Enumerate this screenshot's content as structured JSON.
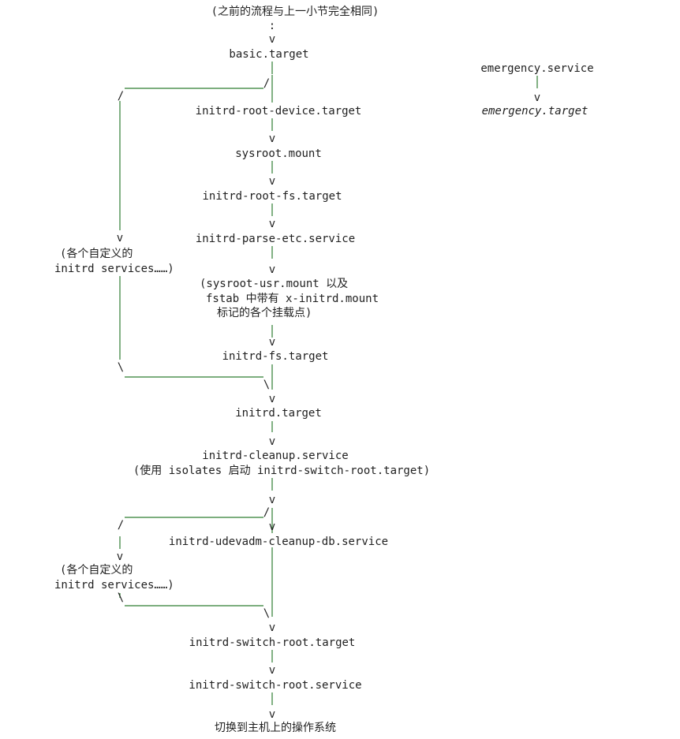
{
  "diagram": {
    "header_note": "(之前的流程与上一小节完全相同)",
    "colon": ":",
    "nodes": {
      "basic_target": "basic.target",
      "emergency_service": "emergency.service",
      "emergency_target": "emergency.target",
      "initrd_root_device_target": "initrd-root-device.target",
      "sysroot_mount": "sysroot.mount",
      "initrd_root_fs_target": "initrd-root-fs.target",
      "initrd_parse_etc_service": "initrd-parse-etc.service",
      "sysroot_usr_note_1": "(sysroot-usr.mount 以及",
      "sysroot_usr_note_2": "fstab 中带有 x-initrd.mount",
      "sysroot_usr_note_3": "标记的各个挂载点)",
      "initrd_fs_target": "initrd-fs.target",
      "initrd_target": "initrd.target",
      "initrd_cleanup_service": "initrd-cleanup.service",
      "cleanup_note": "(使用 isolates 启动 initrd-switch-root.target)",
      "initrd_udevadm_cleanup_db_service": "initrd-udevadm-cleanup-db.service",
      "initrd_switch_root_target": "initrd-switch-root.target",
      "initrd_switch_root_service": "initrd-switch-root.service",
      "final_note": "切换到主机上的操作系统"
    },
    "custom_services_1": {
      "line1": "(各个自定义的",
      "line2": "initrd services……)"
    },
    "custom_services_2": {
      "line1": "(各个自定义的",
      "line2": "initrd services……)"
    },
    "glyphs": {
      "pipe": "|",
      "arrow": "v",
      "slash": "/",
      "backslash": "\\"
    },
    "colors": {
      "text": "#1f1f1f",
      "connector": "#2e7d32"
    }
  }
}
